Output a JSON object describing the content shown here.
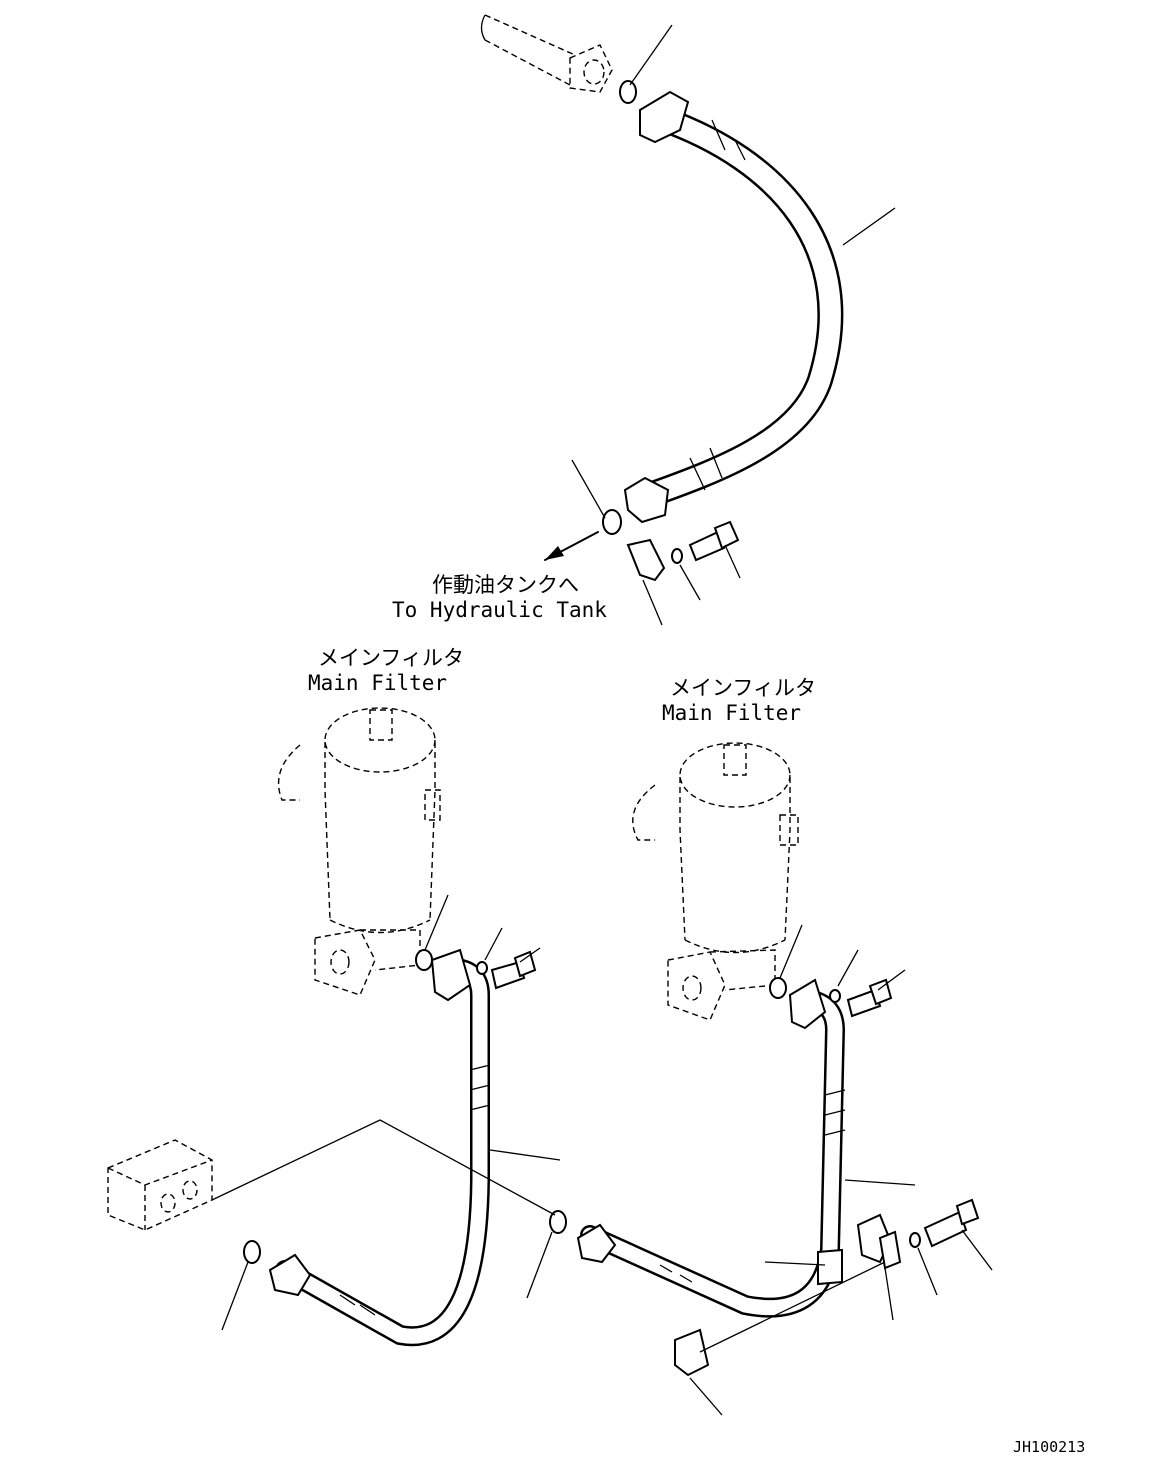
{
  "labels": {
    "to_tank_jp": "作動油タンクへ",
    "to_tank_en": "To Hydraulic Tank",
    "filter_left_jp": "メインフィルタ",
    "filter_left_en": "Main Filter",
    "filter_right_jp": "メインフィルタ",
    "filter_right_en": "Main Filter",
    "drawing_number": "JH100213"
  }
}
